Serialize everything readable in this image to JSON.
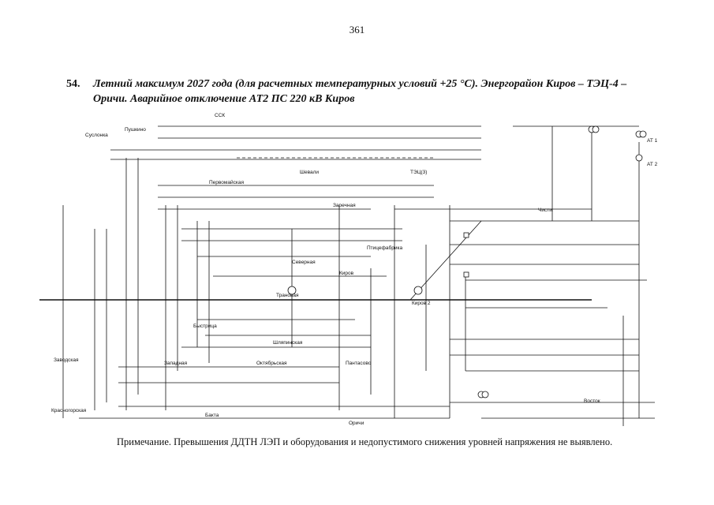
{
  "page_number": "361",
  "heading": {
    "number": "54.",
    "text": "Летний максимум 2027 года (для расчетных температурных условий +25 °С). Энергорайон Киров – ТЭЦ-4 – Оричи. Аварийное отключение АТ2 ПС 220 кВ Киров"
  },
  "scheme": {
    "substations": [
      {
        "id": "ssk",
        "label": "ССК"
      },
      {
        "id": "suslonka",
        "label": "Суслонка"
      },
      {
        "id": "pushkino",
        "label": "Пушкино"
      },
      {
        "id": "pervomayskaya",
        "label": "Первомайская"
      },
      {
        "id": "shevali",
        "label": "Шевали"
      },
      {
        "id": "tets3",
        "label": "ТЭЦ(3)"
      },
      {
        "id": "zarechnaya",
        "label": "Заречная"
      },
      {
        "id": "ptitsefabrika",
        "label": "Птицефабрика"
      },
      {
        "id": "chistyakovo",
        "label": "Чисти"
      },
      {
        "id": "tryanovaya",
        "label": "Трановая"
      },
      {
        "id": "severnaya",
        "label": "Северная"
      },
      {
        "id": "kirov",
        "label": "Киров"
      },
      {
        "id": "kirov2",
        "label": "Киров 2"
      },
      {
        "id": "bystritsa",
        "label": "Быстрица"
      },
      {
        "id": "shlyapinskaya",
        "label": "Шляпинская"
      },
      {
        "id": "zapadnaya",
        "label": "Западная"
      },
      {
        "id": "oktyabrskaya",
        "label": "Октябрьская"
      },
      {
        "id": "pantasovo",
        "label": "Пантасово"
      },
      {
        "id": "krasnogorskaya",
        "label": "Красногорская"
      },
      {
        "id": "zavodskaya",
        "label": "Заводская"
      },
      {
        "id": "orichi",
        "label": "Оричи"
      },
      {
        "id": "at1",
        "label": "АТ 1"
      },
      {
        "id": "at2",
        "label": "АТ 2"
      },
      {
        "id": "bakta",
        "label": "Бакта"
      },
      {
        "id": "vostok",
        "label": "Восток"
      }
    ]
  },
  "note": "Примечание. Превышения ДДТН ЛЭП и оборудования и недопустимого снижения уровней напряжения не выявлено."
}
